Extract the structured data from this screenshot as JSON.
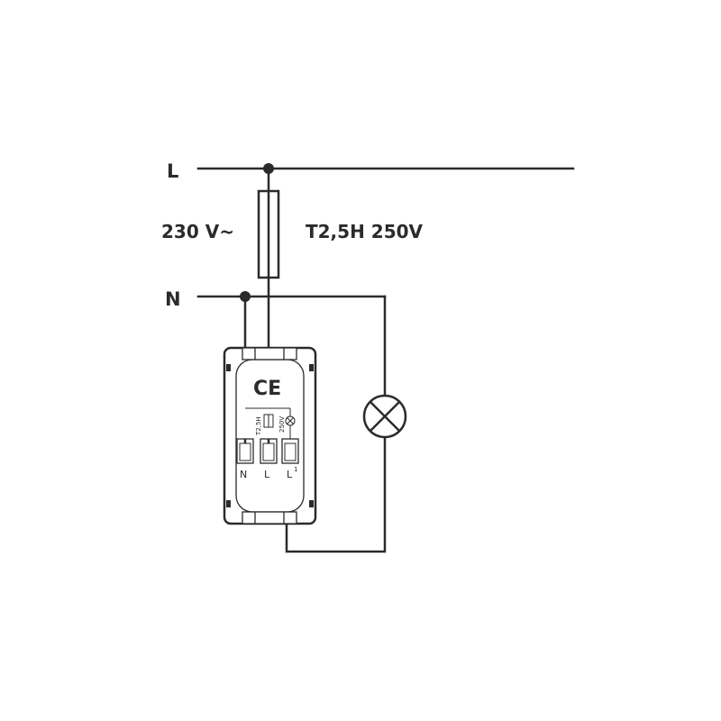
{
  "labels": {
    "line": "L",
    "neutral": "N",
    "supply_voltage": "230 V~",
    "fuse_rating": "T2,5H 250V"
  },
  "module": {
    "ce_mark": "CE",
    "fuse_type": "T2,5H",
    "fuse_voltage": "250V",
    "terminals": [
      {
        "name": "N",
        "sup": ""
      },
      {
        "name": "L",
        "sup": ""
      },
      {
        "name": "L",
        "sup": "1"
      }
    ]
  },
  "colors": {
    "wire": "#2b2b2b",
    "module_body": "#ffffff"
  }
}
